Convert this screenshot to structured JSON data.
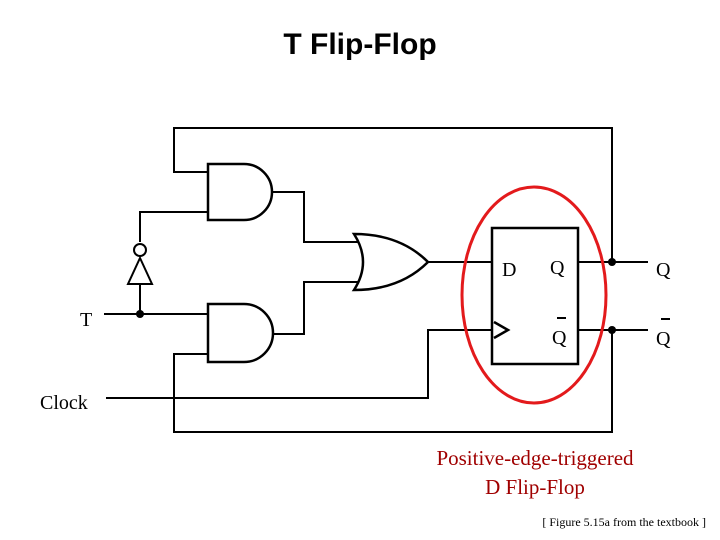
{
  "title": "T Flip-Flop",
  "labels": {
    "t_input": "T",
    "clock_input": "Clock",
    "d_pin": "D",
    "q_pin": "Q",
    "qbar_pin": "Q",
    "q_output": "Q",
    "qbar_output": "Q"
  },
  "caption": {
    "line1": "Positive-edge-triggered",
    "line2": "D Flip-Flop"
  },
  "figure_ref": "[ Figure 5.15a from the textbook ]",
  "colors": {
    "wire": "#000000",
    "highlight": "#e31a1c",
    "caption": "#a00000"
  }
}
